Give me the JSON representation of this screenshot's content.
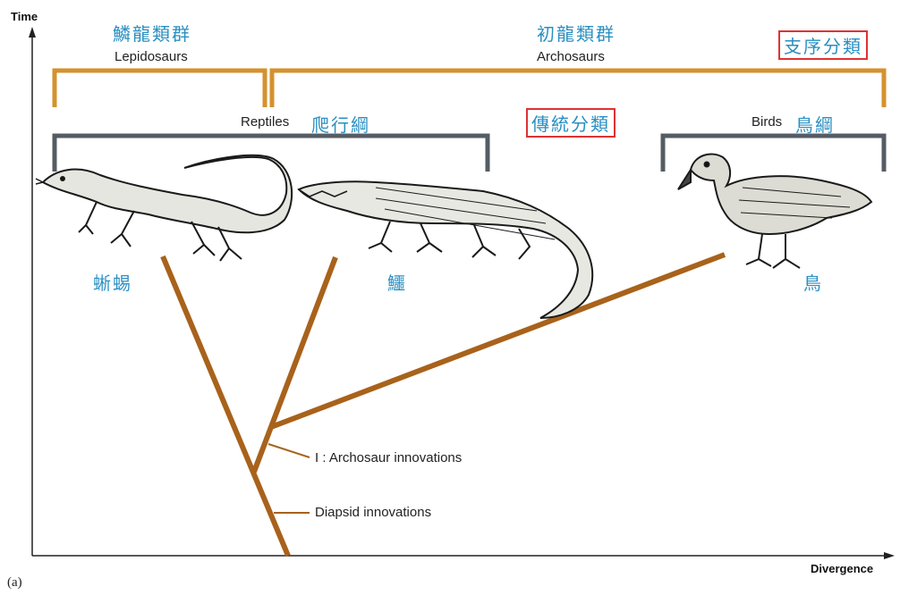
{
  "axes": {
    "y_label": "Time",
    "x_label": "Divergence"
  },
  "groups": {
    "lepidosaurs": {
      "zh": "鱗龍類群",
      "en": "Lepidosaurs"
    },
    "archosaurs": {
      "zh": "初龍類群",
      "en": "Archosaurs"
    },
    "reptiles": {
      "en": "Reptiles",
      "zh": "爬行綱"
    },
    "birds": {
      "en": "Birds",
      "zh": "鳥綱"
    }
  },
  "classification": {
    "cladistic": "支序分類",
    "traditional": "傳統分類"
  },
  "taxa": {
    "lizard": "蜥蜴",
    "crocodile": "鱷",
    "bird": "鳥"
  },
  "nodes": {
    "archosaur": "I : Archosaur innovations",
    "diapsid": "Diapsid innovations"
  },
  "panel_tag": "(a)",
  "colors": {
    "clade_bracket": "#d4922e",
    "traditional_bracket": "#555c63",
    "tree": "#a8621b",
    "chinese_text": "#2a8fc2",
    "highlight_box": "#d33333"
  }
}
